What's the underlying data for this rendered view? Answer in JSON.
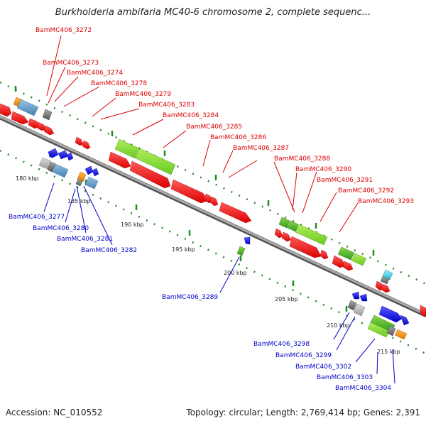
{
  "title": "Burkholderia ambifaria MC40-6 chromosome 2, complete sequenc...",
  "footer": {
    "accession": "Accession: NC_010552",
    "summary": "Topology: circular; Length: 2,769,414 bp; Genes: 2,391"
  },
  "colors": {
    "top_label": "#dd0000",
    "bottom_label": "#0000cc",
    "tick": "#228b22",
    "backbone": "#888888"
  },
  "scale": {
    "ticks": [
      "180 kbp",
      "185 kbp",
      "190 kbp",
      "195 kbp",
      "200 kbp",
      "205 kbp",
      "210 kbp",
      "215 kbp"
    ]
  },
  "labels_top": [
    "BamMC406_3272",
    "BamMC406_3273",
    "BamMC406_3274",
    "BamMC406_3278",
    "BamMC406_3279",
    "BamMC406_3283",
    "BamMC406_3284",
    "BamMC406_3285",
    "BamMC406_3286",
    "BamMC406_3287",
    "BamMC406_3288",
    "BamMC406_3290",
    "BamMC406_3291",
    "BamMC406_3292",
    "BamMC406_3293"
  ],
  "labels_bottom": [
    "BamMC406_3277",
    "BamMC406_3280",
    "BamMC406_3281",
    "BamMC406_3282",
    "BamMC406_3289",
    "BamMC406_3298",
    "BamMC406_3299",
    "BamMC406_3302",
    "BamMC406_3303",
    "BamMC406_3304"
  ]
}
